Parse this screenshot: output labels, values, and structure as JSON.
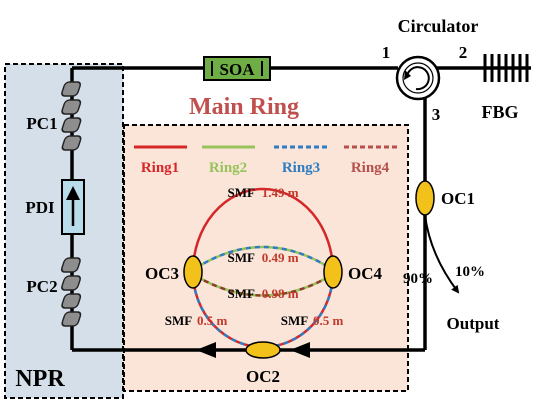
{
  "labels": {
    "circulator": "Circulator",
    "port1": "1",
    "port2": "2",
    "port3": "3",
    "fbg": "FBG",
    "soa": "SOA",
    "main_ring": "Main Ring",
    "pc1": "PC1",
    "pdi": "PDI",
    "pc2": "PC2",
    "npr": "NPR",
    "oc1": "OC1",
    "oc2": "OC2",
    "oc3": "OC3",
    "oc4": "OC4",
    "pct90": "90%",
    "pct10": "10%",
    "output": "Output"
  },
  "legend": [
    {
      "label": "Ring1",
      "color": "#d62728",
      "dash": "solid"
    },
    {
      "label": "Ring2",
      "color": "#98c35a",
      "dash": "solid"
    },
    {
      "label": "Ring3",
      "color": "#2f7cc0",
      "dash": "dashed"
    },
    {
      "label": "Ring4",
      "color": "#b5504d",
      "dash": "dashed"
    }
  ],
  "smf": {
    "top": {
      "prefix": "SMF",
      "length": "1.49 m"
    },
    "mid1": {
      "prefix": "SMF",
      "length": "0.49 m"
    },
    "mid2": {
      "prefix": "SMF",
      "length": "0.98 m"
    },
    "left": {
      "prefix": "SMF",
      "length": "0.5 m"
    },
    "right": {
      "prefix": "SMF",
      "length": "0.5 m"
    }
  },
  "colors": {
    "npr_bg": "#d5dfea",
    "ring_bg": "#fbe5d9",
    "soa_fill": "#6fae47",
    "coupler": "#f2c21a",
    "pdi_fill": "#b9dcea",
    "main_ring_text": "#c0504d",
    "smf_value": "#c0392b"
  }
}
